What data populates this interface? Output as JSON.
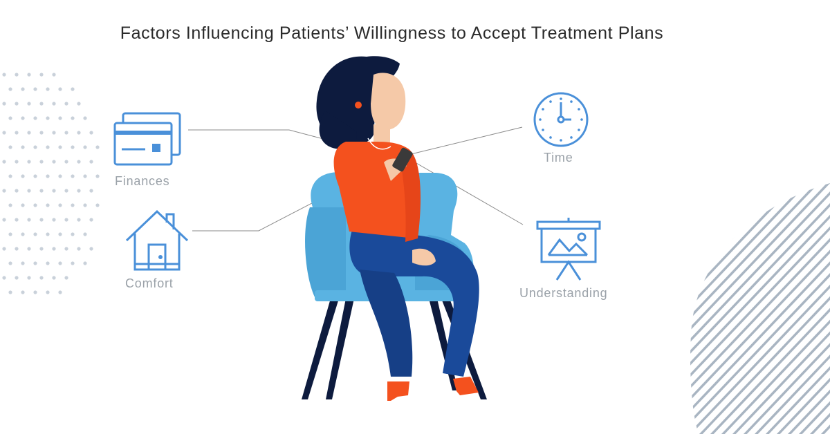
{
  "title": "Factors Influencing Patients’ Willingness to Accept Treatment Plans",
  "factors": {
    "finances": {
      "label": "Finances",
      "icon": "credit-card-icon"
    },
    "comfort": {
      "label": "Comfort",
      "icon": "house-icon"
    },
    "time": {
      "label": "Time",
      "icon": "clock-icon"
    },
    "understanding": {
      "label": "Understanding",
      "icon": "presentation-board-icon"
    }
  },
  "colors": {
    "icon_blue": "#4a90d9",
    "chair_blue": "#5ab3e2",
    "shirt": "#f4511e",
    "pants": "#1a4a9a",
    "hair": "#0d1b3e",
    "skin": "#f5c9a8",
    "leader_line": "#8a8a8a",
    "dot_pattern": "#c9d1da",
    "stripe_pattern": "#a9b5c2"
  }
}
